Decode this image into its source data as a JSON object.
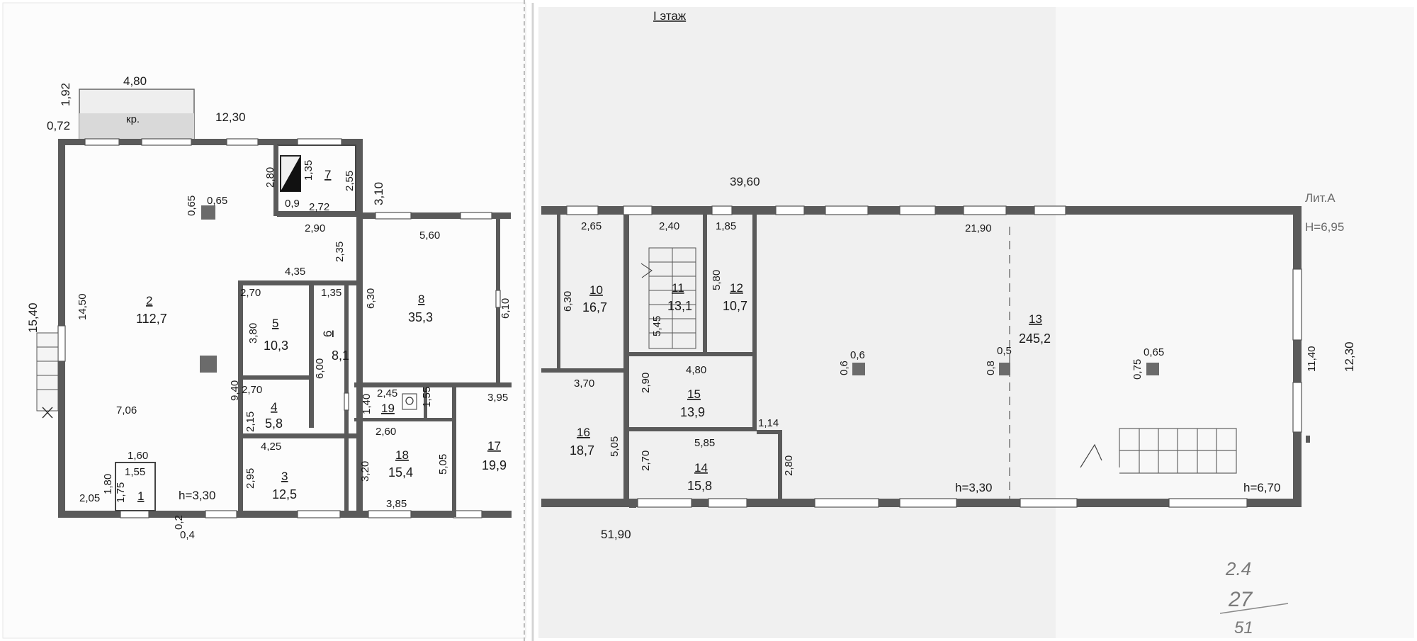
{
  "sheet": {
    "floor_label": "I этаж",
    "lit_label": "Лит.А",
    "height_label": "H=6,95",
    "handwritten": [
      "2.4",
      "27",
      "51"
    ]
  },
  "left_plan": {
    "dims": {
      "top_porch_width": "4,80",
      "porch_depth": "1,92",
      "porch_offset": "0,72",
      "porch_label": "кр.",
      "top_wall": "12,30",
      "right_step": "3,10",
      "left_total": "15,40",
      "room2_height": "14,50",
      "room2_width": "7,06",
      "room2_col": "0,65",
      "room2_col2": "0,65",
      "room7_a": "2,80",
      "room7_b": "1,35",
      "room7_c": "2,55",
      "room7_d": "0,9",
      "room7_e": "2,72",
      "room7_f": "2,90",
      "r8_left": "2,35",
      "r8_top": "5,60",
      "r8_side": "6,30",
      "r8_right": "6,10",
      "r5_top_outer": "4,35",
      "r5_top": "2,70",
      "r5_right": "1,35",
      "r5_side": "3,80",
      "r6_side": "6,00",
      "r4_top": "2,70",
      "r4_side": "2,15",
      "r_left_940": "9,40",
      "r3_top": "4,25",
      "r3_side": "2,95",
      "r1_top": "1,60",
      "r1_inner": "1,55",
      "r1_side_a": "1,80",
      "r1_side_b": "1,75",
      "bottom_left": "2,05",
      "h_label": "h=3,30",
      "bottom_02": "0,2",
      "bottom_04": "0,4",
      "r19_top": "2,45",
      "r19_side": "1,40",
      "r19_right": "1,55",
      "r18_top": "2,60",
      "r18_side": "3,20",
      "r18_right": "5,05",
      "r18_bottom": "3,85",
      "r17_top": "3,95"
    },
    "rooms": [
      {
        "num": "2",
        "area": "112,7"
      },
      {
        "num": "7",
        "area": ""
      },
      {
        "num": "8",
        "area": "35,3"
      },
      {
        "num": "5",
        "area": "10,3"
      },
      {
        "num": "6",
        "area": "8,1"
      },
      {
        "num": "4",
        "area": "5,8"
      },
      {
        "num": "3",
        "area": "12,5"
      },
      {
        "num": "1",
        "area": ""
      },
      {
        "num": "19",
        "area": ""
      },
      {
        "num": "18",
        "area": "15,4"
      },
      {
        "num": "17",
        "area": "19,9"
      }
    ]
  },
  "right_plan": {
    "dims": {
      "top_total": "39,60",
      "bottom_total": "51,90",
      "r10_top": "2,65",
      "r10_side": "6,30",
      "r11_top": "2,40",
      "r11_side": "5,45",
      "r12_top": "1,85",
      "r12_side": "5,80",
      "main_top": "21,90",
      "main_right_inner": "11,40",
      "main_right_outer": "12,30",
      "col1_a": "0,6",
      "col1_b": "0,6",
      "col2_a": "0,5",
      "col2_b": "0,8",
      "col3_a": "0,65",
      "col3_b": "0,75",
      "r16_top": "3,70",
      "r16_side": "5,05",
      "r15_top": "4,80",
      "r15_side": "2,90",
      "r14_top": "5,85",
      "r14_side": "2,70",
      "r14_jog": "1,14",
      "r14_right": "2,80",
      "h_left": "h=3,30",
      "h_right": "h=6,70"
    },
    "rooms": [
      {
        "num": "10",
        "area": "16,7"
      },
      {
        "num": "11",
        "area": "13,1"
      },
      {
        "num": "12",
        "area": "10,7"
      },
      {
        "num": "13",
        "area": "245,2"
      },
      {
        "num": "16",
        "area": "18,7"
      },
      {
        "num": "15",
        "area": "13,9"
      },
      {
        "num": "14",
        "area": "15,8"
      }
    ]
  }
}
